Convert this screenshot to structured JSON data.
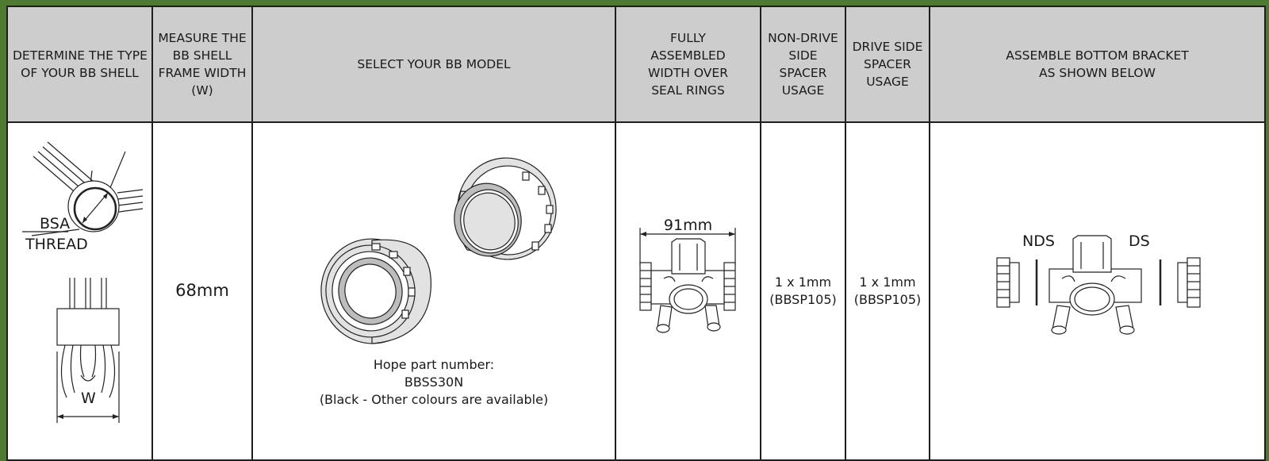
{
  "headers": {
    "col1": [
      "DETERMINE THE TYPE",
      "OF YOUR BB SHELL"
    ],
    "col2": [
      "MEASURE THE",
      "BB SHELL",
      "FRAME WIDTH",
      "(W)"
    ],
    "col3": [
      "SELECT YOUR BB MODEL"
    ],
    "col4": [
      "FULLY",
      "ASSEMBLED",
      "WIDTH OVER",
      "SEAL RINGS"
    ],
    "col5": [
      "NON-DRIVE",
      "SIDE",
      "SPACER",
      "USAGE"
    ],
    "col6": [
      "DRIVE SIDE",
      "SPACER",
      "USAGE"
    ],
    "col7": [
      "ASSEMBLE BOTTOM BRACKET",
      "AS SHOWN BELOW"
    ]
  },
  "shell": {
    "label_bsa": "BSA",
    "label_thread": "THREAD",
    "label_w": "W"
  },
  "frame_width": "68mm",
  "model": {
    "part_label": "Hope part number:",
    "part_number": "BBSS30N",
    "note": "(Black - Other colours are available)"
  },
  "assembled": {
    "width_label": "91mm"
  },
  "nds_spacer": {
    "qty": "1 x 1mm",
    "part": "(BBSP105)"
  },
  "ds_spacer": {
    "qty": "1 x 1mm",
    "part": "(BBSP105)"
  },
  "assembly": {
    "nds_label": "NDS",
    "ds_label": "DS"
  }
}
